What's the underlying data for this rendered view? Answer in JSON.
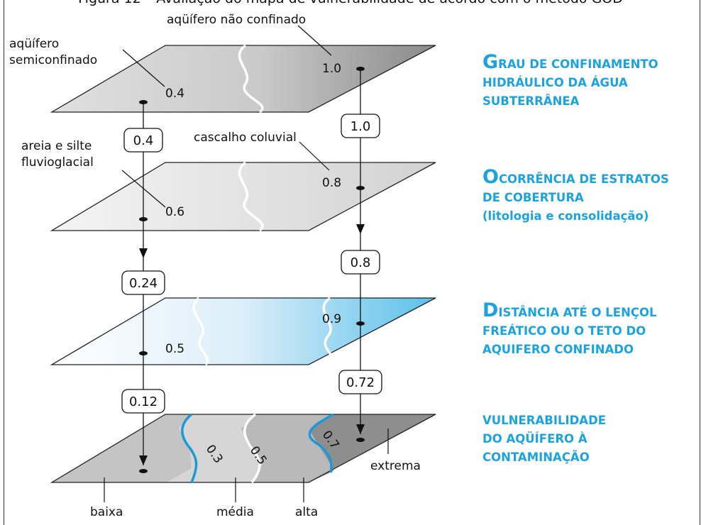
{
  "figure_caption": "Figura 12 – Avaliação do mapa de vulnerabilidade de acordo com o método GOD",
  "layers": [
    {
      "id": "G",
      "caption_initial": "G",
      "caption_first_line_rest": "RAU DE CONFINAMENTO",
      "caption_lines": [
        "HIDRÁULICO DA ÁGUA",
        "SUBTERRÂNEA"
      ],
      "left_label_lines": [
        "aqüífero",
        "semiconfinado"
      ],
      "right_label": "aqüífero não confinado",
      "left_value": "0.4",
      "right_value": "1.0"
    },
    {
      "id": "O",
      "caption_initial": "O",
      "caption_first_line_rest": "CORRÊNCIA DE ESTRATOS",
      "caption_lines": [
        "DE COBERTURA",
        "(litologia e consolidação)"
      ],
      "left_label_lines": [
        "areia e silte",
        "fluvioglacial"
      ],
      "right_label": "cascalho coluvial",
      "left_value": "0.6",
      "right_value": "0.8"
    },
    {
      "id": "D",
      "caption_initial": "D",
      "caption_first_line_rest": "ISTÂNCIA ATÉ O LENÇOL",
      "caption_lines": [
        "FREÁTICO OU O TETO DO",
        "AQUIFERO CONFINADO"
      ],
      "left_value": "0.5",
      "right_value": "0.9"
    },
    {
      "id": "V",
      "caption_lines": [
        "VULNERABILIDADE",
        "DO AQÜÍFERO À",
        "CONTAMINAÇÃO"
      ],
      "contours": [
        "0.3",
        "0.5",
        "0.7"
      ],
      "classes": [
        "baixa",
        "média",
        "alta",
        "extrema"
      ]
    }
  ],
  "products": {
    "left": [
      "0.4",
      "0.24",
      "0.12"
    ],
    "right": [
      "1.0",
      "0.8",
      "0.72"
    ]
  },
  "colors": {
    "caption_blue": "#1ba3df",
    "contour_blue": "#1c9ad8",
    "outline": "#222222"
  }
}
